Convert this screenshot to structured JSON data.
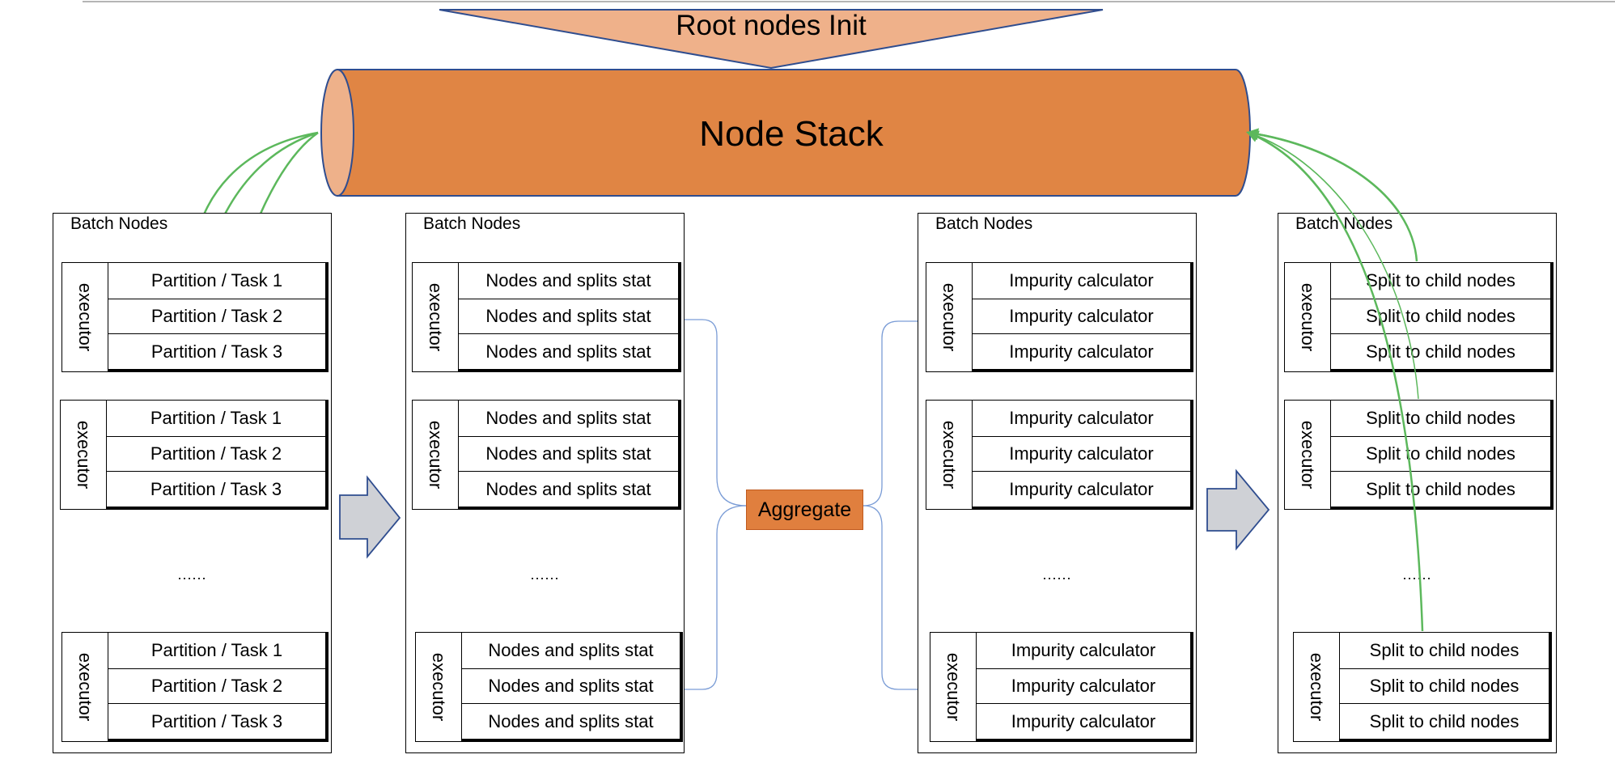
{
  "header": {
    "root_init": "Root nodes Init",
    "node_stack": "Node Stack"
  },
  "aggregate_label": "Aggregate",
  "executor_label": "executor",
  "ellipsis": "......",
  "columns": [
    {
      "title": "Batch Nodes",
      "groups": [
        {
          "rows": [
            "Partition / Task 1",
            "Partition / Task 2",
            "Partition / Task 3"
          ]
        },
        {
          "rows": [
            "Partition / Task 1",
            "Partition / Task 2",
            "Partition / Task 3"
          ]
        },
        {
          "rows": [
            "Partition / Task 1",
            "Partition / Task 2",
            "Partition / Task 3"
          ]
        }
      ]
    },
    {
      "title": "Batch Nodes",
      "groups": [
        {
          "rows": [
            "Nodes and splits stat",
            "Nodes and splits stat",
            "Nodes and splits stat"
          ]
        },
        {
          "rows": [
            "Nodes and splits stat",
            "Nodes and splits stat",
            "Nodes and splits stat"
          ]
        },
        {
          "rows": [
            "Nodes and splits stat",
            "Nodes and splits stat",
            "Nodes and splits stat"
          ]
        }
      ]
    },
    {
      "title": "Batch Nodes",
      "groups": [
        {
          "rows": [
            "Impurity calculator",
            "Impurity calculator",
            "Impurity calculator"
          ]
        },
        {
          "rows": [
            "Impurity calculator",
            "Impurity calculator",
            "Impurity calculator"
          ]
        },
        {
          "rows": [
            "Impurity calculator",
            "Impurity calculator",
            "Impurity calculator"
          ]
        }
      ]
    },
    {
      "title": "Batch Nodes",
      "groups": [
        {
          "rows": [
            "Split to child nodes",
            "Split to child nodes",
            "Split to child nodes"
          ]
        },
        {
          "rows": [
            "Split to child nodes",
            "Split to child nodes",
            "Split to child nodes"
          ]
        },
        {
          "rows": [
            "Split to child nodes",
            "Split to child nodes",
            "Split to child nodes"
          ]
        }
      ]
    }
  ],
  "colors": {
    "stack_fill": "#e08544",
    "stack_cap": "#eeb18a",
    "funnel_fill": "#efb18a",
    "outline_blue": "#2f4d8f",
    "flow_green": "#5cb85c",
    "wire_blue": "#7a9cd6",
    "arrow_gray": "#cfd1d6"
  }
}
